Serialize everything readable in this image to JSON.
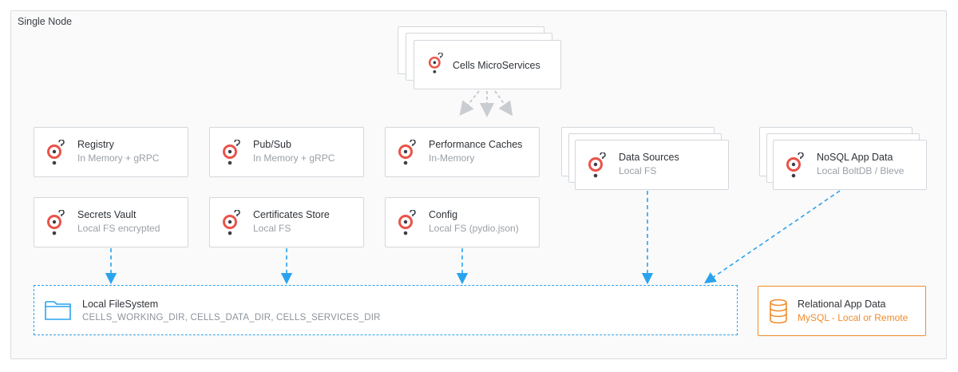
{
  "frame": {
    "title": "Single Node"
  },
  "microservices": {
    "label": "Cells MicroServices"
  },
  "services": {
    "registry": {
      "title": "Registry",
      "subtitle": "In Memory + gRPC"
    },
    "pubsub": {
      "title": "Pub/Sub",
      "subtitle": "In Memory + gRPC"
    },
    "caches": {
      "title": "Performance Caches",
      "subtitle": "In-Memory"
    },
    "datasources": {
      "title": "Data Sources",
      "subtitle": "Local FS"
    },
    "nosql": {
      "title": "NoSQL App Data",
      "subtitle": "Local BoltDB / Bleve"
    },
    "vault": {
      "title": "Secrets Vault",
      "subtitle": "Local FS encrypted"
    },
    "certs": {
      "title": "Certificates Store",
      "subtitle": "Local FS"
    },
    "config": {
      "title": "Config",
      "subtitle": "Local FS (pydio.json)"
    }
  },
  "localfs": {
    "title": "Local FileSystem",
    "subtitle": "CELLS_WORKING_DIR, CELLS_DATA_DIR, CELLS_SERVICES_DIR"
  },
  "relational": {
    "title": "Relational App Data",
    "subtitle": "MySQL - Local or Remote"
  },
  "colors": {
    "accent_blue": "#2aa3ef",
    "accent_orange": "#f08c2e",
    "logo_red": "#e8544a"
  }
}
